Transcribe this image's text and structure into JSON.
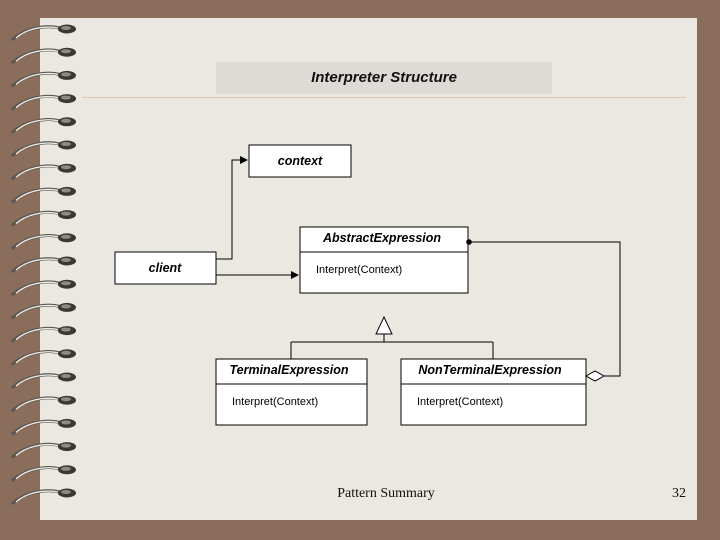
{
  "slide": {
    "title": "Interpreter Structure",
    "footer": "Pattern Summary",
    "page_number": "32"
  },
  "diagram": {
    "classes": {
      "context": {
        "name": "context"
      },
      "client": {
        "name": "client"
      },
      "abstract_expression": {
        "name": "AbstractExpression",
        "operation": "Interpret(Context)"
      },
      "terminal_expression": {
        "name": "TerminalExpression",
        "operation": "Interpret(Context)"
      },
      "nonterminal_expression": {
        "name": "NonTerminalExpression",
        "operation": "Interpret(Context)"
      }
    },
    "relationships": [
      {
        "from": "client",
        "to": "context",
        "kind": "association"
      },
      {
        "from": "client",
        "to": "abstract_expression",
        "kind": "association"
      },
      {
        "from": "terminal_expression",
        "to": "abstract_expression",
        "kind": "inheritance"
      },
      {
        "from": "nonterminal_expression",
        "to": "abstract_expression",
        "kind": "inheritance"
      },
      {
        "from": "nonterminal_expression",
        "to": "abstract_expression",
        "kind": "aggregation"
      }
    ]
  }
}
